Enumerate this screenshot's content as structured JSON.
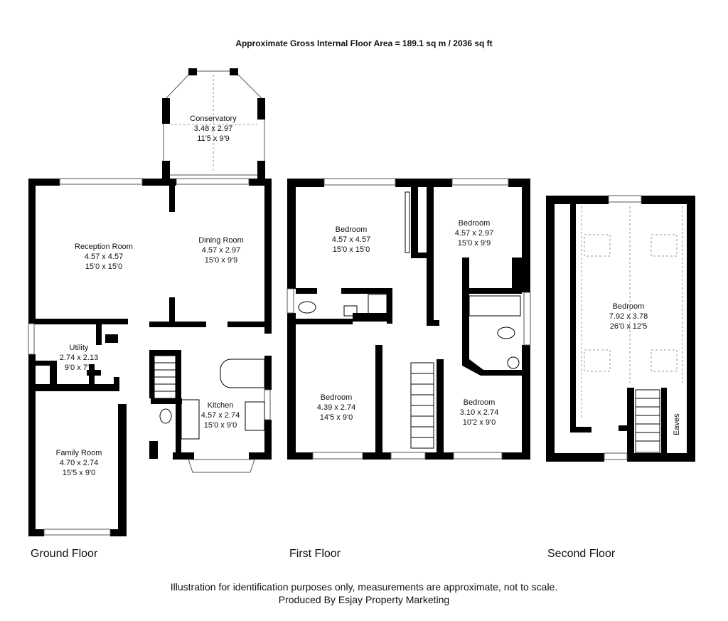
{
  "title": "Approximate Gross Internal Floor Area = 189.1 sq m / 2036 sq ft",
  "floors": {
    "ground": "Ground Floor",
    "first": "First Floor",
    "second": "Second Floor"
  },
  "rooms": {
    "conservatory": {
      "name": "Conservatory",
      "metric": "3.48 x 2.97",
      "imperial": "11'5 x 9'9"
    },
    "reception": {
      "name": "Reception Room",
      "metric": "4.57 x 4.57",
      "imperial": "15'0 x 15'0"
    },
    "dining": {
      "name": "Dining Room",
      "metric": "4.57 x 2.97",
      "imperial": "15'0 x 9'9"
    },
    "utility": {
      "name": "Utility",
      "metric": "2.74 x 2.13",
      "imperial": "9'0 x 7'0"
    },
    "kitchen": {
      "name": "Kitchen",
      "metric": "4.57 x 2.74",
      "imperial": "15'0 x 9'0"
    },
    "family": {
      "name": "Family Room",
      "metric": "4.70 x 2.74",
      "imperial": "15'5 x 9'0"
    },
    "bed1": {
      "name": "Bedroom",
      "metric": "4.57 x 4.57",
      "imperial": "15'0 x 15'0"
    },
    "bed2": {
      "name": "Bedroom",
      "metric": "4.57 x 2.97",
      "imperial": "15'0 x 9'9"
    },
    "bed3": {
      "name": "Bedroom",
      "metric": "4.39 x 2.74",
      "imperial": "14'5 x 9'0"
    },
    "bed4": {
      "name": "Bedroom",
      "metric": "3.10 x 2.74",
      "imperial": "10'2 x 9'0"
    },
    "bed5": {
      "name": "Bedroom",
      "metric": "7.92 x 3.78",
      "imperial": "26'0 x 12'5"
    }
  },
  "eaves_label": "Eaves",
  "footer": {
    "line1": "Illustration for identification purposes only, measurements are approximate, not to scale.",
    "line2": "Produced By Esjay Property Marketing"
  }
}
